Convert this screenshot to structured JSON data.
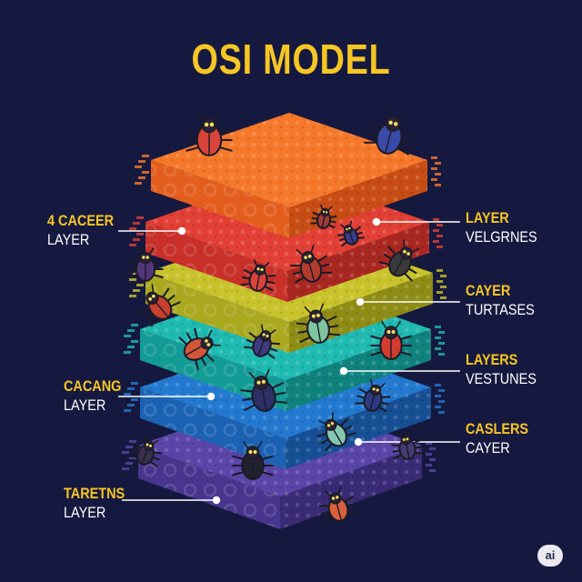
{
  "title": "OSI MODEL",
  "layers": [
    {
      "name": "orange",
      "top": "#f6782a",
      "front": "#e35e1d",
      "side": "#c84d14"
    },
    {
      "name": "red",
      "top": "#e23f35",
      "front": "#c83029",
      "side": "#a92721"
    },
    {
      "name": "yellow",
      "top": "#c9c32b",
      "front": "#aaa81e",
      "side": "#8f8c16"
    },
    {
      "name": "teal",
      "top": "#1fbab2",
      "front": "#139b96",
      "side": "#0f827e"
    },
    {
      "name": "blue",
      "top": "#2379cf",
      "front": "#1b62b3",
      "side": "#164f94"
    },
    {
      "name": "purple",
      "top": "#5a45a8",
      "front": "#48368e",
      "side": "#3a2b76"
    }
  ],
  "labels": {
    "left_1": {
      "line1": "4 CACEER",
      "line2": "LAYER"
    },
    "left_2": {
      "line1": "CACANG",
      "line2": "LAYER"
    },
    "left_3": {
      "line1": "TARETNS",
      "line2": "LAYER"
    },
    "right_1": {
      "line1": "LAYER",
      "line2": "VELGRNES"
    },
    "right_2": {
      "line1": "CAYER",
      "line2": "TURTASES"
    },
    "right_3": {
      "line1": "LAYERS",
      "line2": "VESTUNES"
    },
    "right_4": {
      "line1": "CASLERS",
      "line2": "CAYER"
    }
  },
  "badge": "ai",
  "icons": [
    "bug-icon",
    "spider-icon",
    "beetle-icon"
  ]
}
